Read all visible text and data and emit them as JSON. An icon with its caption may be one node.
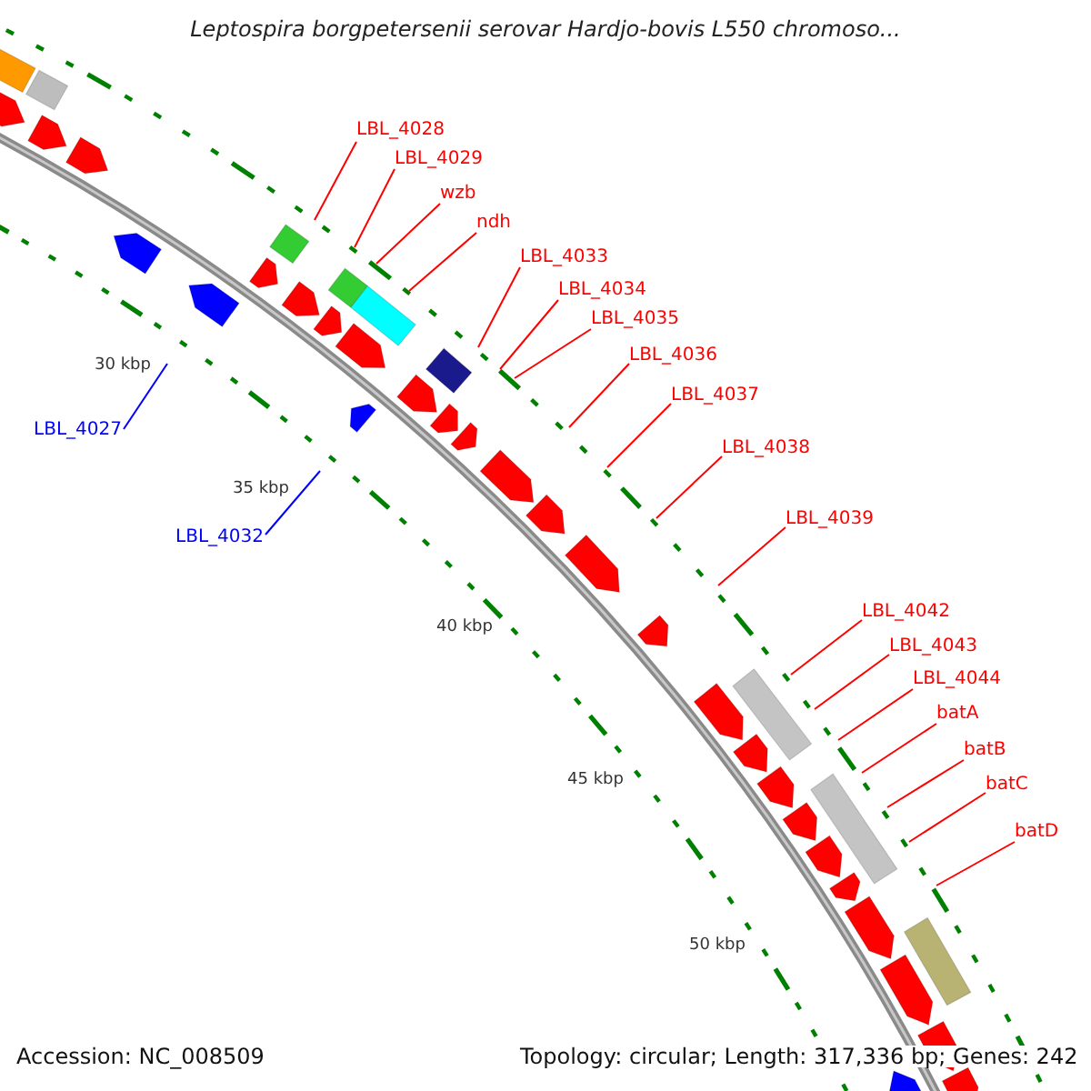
{
  "diagram": {
    "title": "Leptospira borgpetersenii serovar Hardjo-bovis L550 chromoso...",
    "nodes": [
      {
        "text": [
          "LBL_4028"
        ]
      },
      {
        "text": [
          "LBL_4029"
        ]
      },
      {
        "text": [
          "wzb"
        ]
      },
      {
        "text": [
          "ndh"
        ]
      },
      {
        "text": [
          "LBL_4033"
        ]
      },
      {
        "text": [
          "LBL_4034"
        ]
      },
      {
        "text": [
          "LBL_4035"
        ]
      },
      {
        "text": [
          "LBL_4036"
        ]
      },
      {
        "text": [
          "LBL_4037"
        ]
      },
      {
        "text": [
          "LBL_4027"
        ]
      },
      {
        "text": [
          "LBL_4038"
        ]
      },
      {
        "text": [
          "LBL_4039"
        ]
      },
      {
        "text": [
          "LBL_4032"
        ]
      },
      {
        "text": [
          "LBL_4042"
        ]
      },
      {
        "text": [
          "LBL_4043"
        ]
      },
      {
        "text": [
          "LBL_4044"
        ]
      },
      {
        "text": [
          "batA"
        ]
      },
      {
        "text": [
          "batB"
        ]
      },
      {
        "text": [
          "batC"
        ]
      },
      {
        "text": [
          "batD"
        ]
      }
    ],
    "edges": [
      {
        "from": 0,
        "to": null,
        "arrow": "none"
      },
      {
        "from": 1,
        "to": null,
        "arrow": "none"
      },
      {
        "from": 2,
        "to": null,
        "arrow": "none"
      },
      {
        "from": 3,
        "to": null,
        "arrow": "none"
      },
      {
        "from": 4,
        "to": null,
        "arrow": "none"
      },
      {
        "from": 5,
        "to": null,
        "arrow": "none"
      },
      {
        "from": 6,
        "to": null,
        "arrow": "none"
      },
      {
        "from": 7,
        "to": null,
        "arrow": "none"
      },
      {
        "from": 8,
        "to": null,
        "arrow": "none"
      },
      {
        "from": 9,
        "to": null,
        "arrow": "none",
        "color": "#0000ff"
      },
      {
        "from": 10,
        "to": null,
        "arrow": "none"
      },
      {
        "from": 11,
        "to": null,
        "arrow": "none"
      },
      {
        "from": 12,
        "to": null,
        "arrow": "none",
        "color": "#0000ff"
      },
      {
        "from": 13,
        "to": null,
        "arrow": "none"
      },
      {
        "from": 14,
        "to": null,
        "arrow": "none"
      },
      {
        "from": 15,
        "to": null,
        "arrow": "none"
      },
      {
        "from": 16,
        "to": null,
        "arrow": "none"
      },
      {
        "from": 17,
        "to": null,
        "arrow": "none"
      },
      {
        "from": 18,
        "to": null,
        "arrow": "none"
      },
      {
        "from": 19,
        "to": null,
        "arrow": "none"
      }
    ],
    "labels": [
      "30 kbp",
      "35 kbp",
      "40 kbp",
      "45 kbp",
      "50 kbp",
      "Accession: NC_008509",
      "Topology: circular; Length: 317,336 bp; Genes: 242"
    ]
  }
}
